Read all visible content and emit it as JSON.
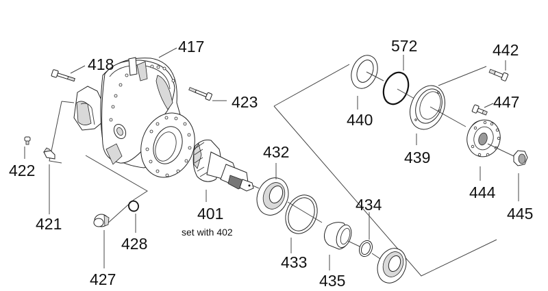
{
  "diagram": {
    "type": "exploded-parts-view",
    "subject": "differential housing / pinion assembly",
    "parts": [
      {
        "id": "417",
        "label": "417",
        "name": "differential-housing"
      },
      {
        "id": "418",
        "label": "418",
        "name": "bolt"
      },
      {
        "id": "423",
        "label": "423",
        "name": "bolt"
      },
      {
        "id": "422",
        "label": "422",
        "name": "screw"
      },
      {
        "id": "421",
        "label": "421",
        "name": "bracket"
      },
      {
        "id": "427",
        "label": "427",
        "name": "plug"
      },
      {
        "id": "428",
        "label": "428",
        "name": "sealing-ring"
      },
      {
        "id": "401",
        "label": "401",
        "name": "pinion-shaft",
        "note": "set with 402"
      },
      {
        "id": "432",
        "label": "432",
        "name": "tapered-roller-bearing"
      },
      {
        "id": "433",
        "label": "433",
        "name": "shim"
      },
      {
        "id": "435",
        "label": "435",
        "name": "spacer-sleeve"
      },
      {
        "id": "434",
        "label": "434",
        "name": "shim-ring"
      },
      {
        "id": "440",
        "label": "440",
        "name": "shaft-seal"
      },
      {
        "id": "572",
        "label": "572",
        "name": "o-ring"
      },
      {
        "id": "439",
        "label": "439",
        "name": "cover"
      },
      {
        "id": "442",
        "label": "442",
        "name": "bolt"
      },
      {
        "id": "447",
        "label": "447",
        "name": "bolt"
      },
      {
        "id": "444",
        "label": "444",
        "name": "flange"
      },
      {
        "id": "445",
        "label": "445",
        "name": "nut"
      }
    ]
  },
  "labels": {
    "p417": "417",
    "p418": "418",
    "p423": "423",
    "p422": "422",
    "p421": "421",
    "p427": "427",
    "p428": "428",
    "p401": "401",
    "p401_note": "set with 402",
    "p432": "432",
    "p433": "433",
    "p435": "435",
    "p434": "434",
    "p440": "440",
    "p572": "572",
    "p439": "439",
    "p442": "442",
    "p447": "447",
    "p444": "444",
    "p445": "445"
  }
}
